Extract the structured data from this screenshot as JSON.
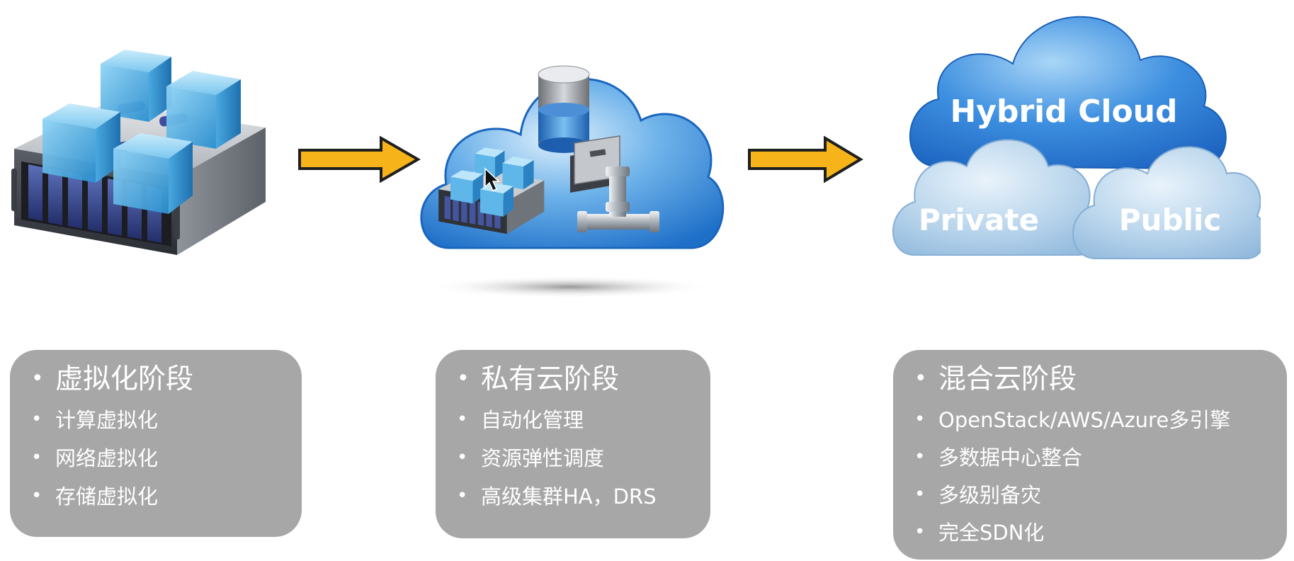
{
  "stages": [
    {
      "id": "virtualization",
      "title": "虚拟化阶段",
      "items": [
        "计算虚拟化",
        "网络虚拟化",
        "存储虚拟化"
      ]
    },
    {
      "id": "private-cloud",
      "title": "私有云阶段",
      "items": [
        "自动化管理",
        "资源弹性调度",
        "高级集群HA，DRS"
      ]
    },
    {
      "id": "hybrid-cloud",
      "title": "混合云阶段",
      "items": [
        "OpenStack/AWS/Azure多引擎",
        "多数据中心整合",
        "多级别备灾",
        "完全SDN化"
      ]
    }
  ],
  "hybrid_cloud_graphic": {
    "main_label": "Hybrid Cloud",
    "left_label": "Private",
    "right_label": "Public"
  },
  "colors": {
    "arrow_fill": "#f6b41a",
    "arrow_stroke": "#1f1f1f",
    "panel_bg": "#a7a7a7",
    "cloud_blue": "#2d7fd6",
    "cloud_light": "#b8d4ea"
  },
  "icons": {
    "stage1": "server-virtualization-icon",
    "stage2": "private-cloud-icon",
    "stage3": "hybrid-cloud-icon",
    "arrows": "right-arrow-icon"
  }
}
